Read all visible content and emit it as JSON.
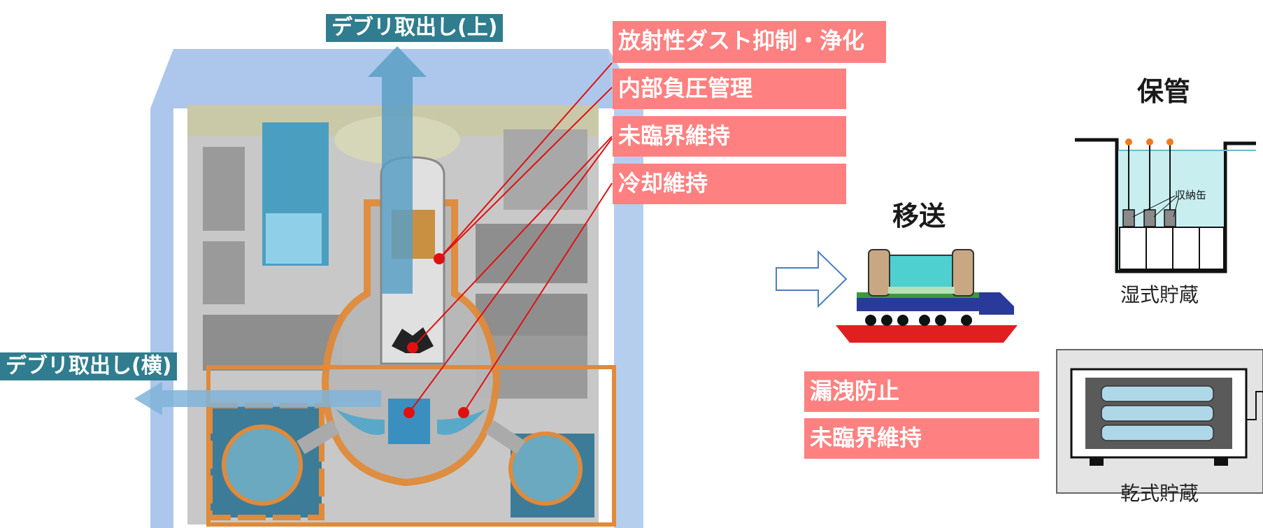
{
  "extraction": {
    "top_label": "デブリ取出し(上)",
    "side_label": "デブリ取出し(横)"
  },
  "reactor_requirements": [
    "放射性ダスト抑制・浄化",
    "内部負圧管理",
    "未臨界維持",
    "冷却維持"
  ],
  "transfer": {
    "heading": "移送",
    "requirements": [
      "漏洩防止",
      "未臨界維持"
    ]
  },
  "storage": {
    "heading": "保管",
    "wet_caption": "湿式貯蔵",
    "canister_label": "収納缶",
    "dry_caption": "乾式貯蔵"
  },
  "colors": {
    "enclosure": "#9dbde8",
    "teal_label": "#2f7d8e",
    "pink_label": "#ff8080",
    "leader_line": "#e01010",
    "containment": "#e08a3a",
    "water": "#5aa8c8"
  }
}
